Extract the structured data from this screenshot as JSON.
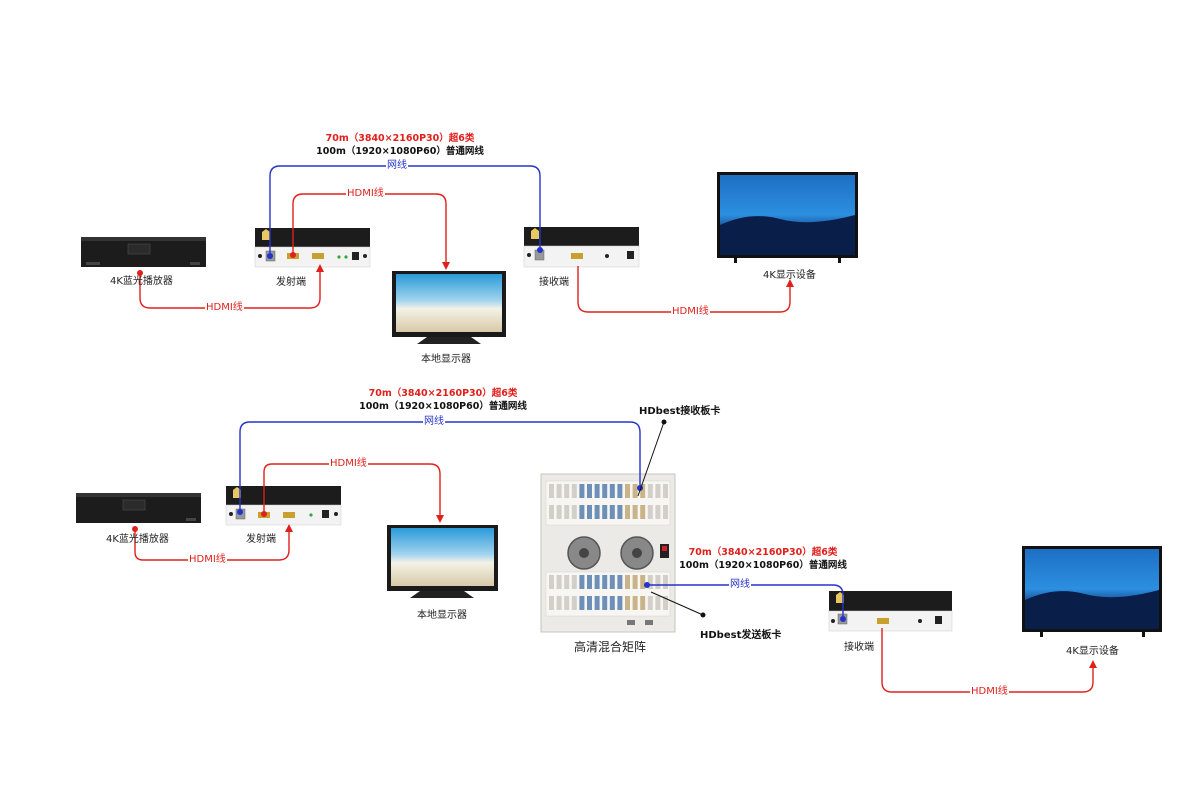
{
  "colors": {
    "network_cable": "#2633c9",
    "hdmi_cable": "#e0201c",
    "device_dark": "#1c1c1c",
    "device_panel": "#f3f3f3"
  },
  "top": {
    "spec_line1": "70m（3840×2160P30）超6类",
    "spec_line2": "100m（1920×1080P60）普通网线",
    "network_label": "网线",
    "hdmi_local_label": "HDMI线",
    "hdmi_source_label": "HDMI线",
    "hdmi_display_label": "HDMI线",
    "player_label": "4K蓝光播放器",
    "transmitter_label": "发射端",
    "local_display_label": "本地显示器",
    "receiver_label": "接收端",
    "display_label": "4K显示设备"
  },
  "bottom": {
    "spec_line1": "70m（3840×2160P30）超6类",
    "spec_line2": "100m（1920×1080P60）普通网线",
    "network_label": "网线",
    "hdmi_local_label": "HDMI线",
    "hdmi_source_label": "HDMI线",
    "player_label": "4K蓝光播放器",
    "transmitter_label": "发射端",
    "local_display_label": "本地显示器",
    "rx_card_label": "HDbest接收板卡",
    "tx_card_label": "HDbest发送板卡",
    "matrix_label": "高清混合矩阵",
    "spec2_line1": "70m（3840×2160P30）超6类",
    "spec2_line2": "100m（1920×1080P60）普通网线",
    "network2_label": "网线",
    "receiver_label": "接收端",
    "display_label": "4K显示设备",
    "hdmi_display_label": "HDMI线"
  }
}
